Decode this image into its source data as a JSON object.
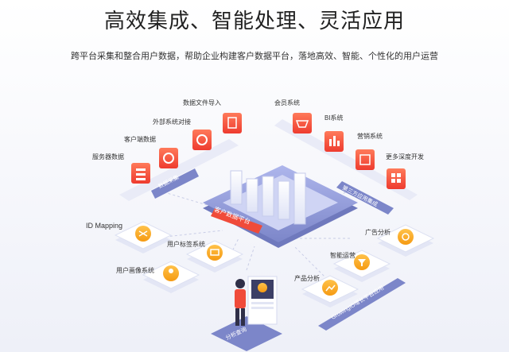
{
  "header": {
    "title": "高效集成、智能处理、灵活应用",
    "subtitle": "跨平台采集和整合用户数据，帮助企业构建客户数据平台，落地高效、智能、个性化的用户运营"
  },
  "left_sources": {
    "items": [
      {
        "label": "数据文件导入",
        "icon": "file-chart-icon"
      },
      {
        "label": "外部系统对接",
        "icon": "pie-chart-icon"
      },
      {
        "label": "客户端数据",
        "icon": "pie-chart-icon"
      },
      {
        "label": "服务器数据",
        "icon": "server-icon"
      }
    ],
    "band_label": "数据采集"
  },
  "right_apps": {
    "items": [
      {
        "label": "会员系统",
        "icon": "basket-icon"
      },
      {
        "label": "BI系统",
        "icon": "bar-chart-icon"
      },
      {
        "label": "营销系统",
        "icon": "document-icon"
      },
      {
        "label": "更多深度开发",
        "icon": "grid-icon"
      }
    ],
    "band_label": "第三方应用集成"
  },
  "center": {
    "label": "客户数据平台"
  },
  "left_modules": [
    {
      "label": "ID Mapping",
      "icon": "shuffle-icon"
    },
    {
      "label": "用户标签系统",
      "icon": "tag-icon"
    },
    {
      "label": "用户画像系统",
      "icon": "user-profile-icon"
    }
  ],
  "right_modules": [
    {
      "label": "广告分析",
      "icon": "target-icon"
    },
    {
      "label": "智能运营",
      "icon": "funnel-icon"
    },
    {
      "label": "产品分析",
      "icon": "chart-icon"
    }
  ],
  "right_band_label": "GrowingIO增长平台应用",
  "person_band_label": "分析查询",
  "colors": {
    "accent_red": "#f04b3a",
    "accent_orange": "#f6a21c",
    "band_blue": "#7c86c9",
    "platform_blue": "#8b95d8"
  }
}
